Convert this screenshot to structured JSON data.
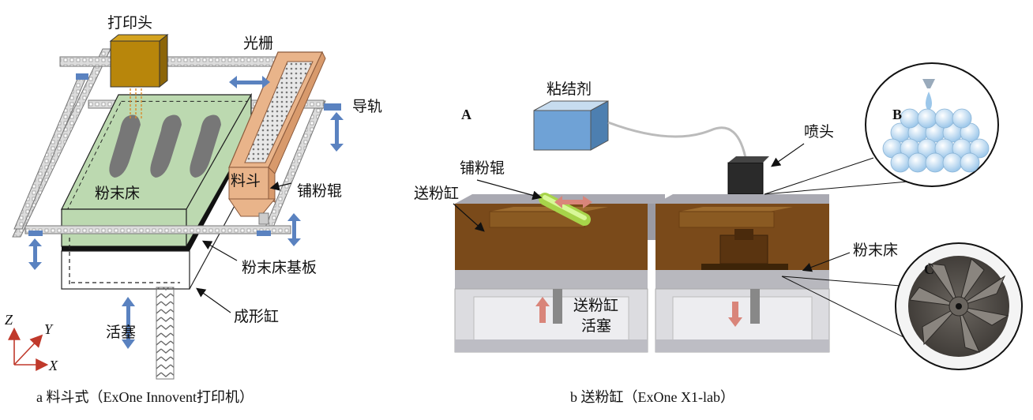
{
  "panel_a": {
    "caption": "a  料斗式（ExOne Innovent打印机）",
    "labels": {
      "printhead": "打印头",
      "grating": "光栅",
      "guide_rail": "导轨",
      "hopper": "料斗",
      "roller": "铺粉辊",
      "powder_bed": "粉末床",
      "bed_plate": "粉末床基板",
      "build_cylinder": "成形缸",
      "piston": "活塞"
    },
    "axes": {
      "z": "Z",
      "y": "Y",
      "x": "X"
    }
  },
  "panel_b": {
    "caption": "b  送粉缸（ExOne X1-lab）",
    "labels": {
      "binder": "粘结剂",
      "nozzle": "喷头",
      "roller": "铺粉辊",
      "feed_cylinder": "送粉缸",
      "powder_bed": "粉末床",
      "feed_piston_line1": "送粉缸",
      "feed_piston_line2": "活塞"
    },
    "markers": {
      "a": "A",
      "b": "B",
      "c": "C"
    }
  },
  "colors": {
    "powder_brown": "#8a5a22",
    "bed_green": "#bcd9b0",
    "hopper_tan": "#e9b48a",
    "printhead_gold": "#b8860b",
    "binder_blue": "#6fa2d6",
    "arrow_blue": "#5a82c0",
    "arrow_red": "#d9857a",
    "roller_green": "#c8f07a"
  }
}
